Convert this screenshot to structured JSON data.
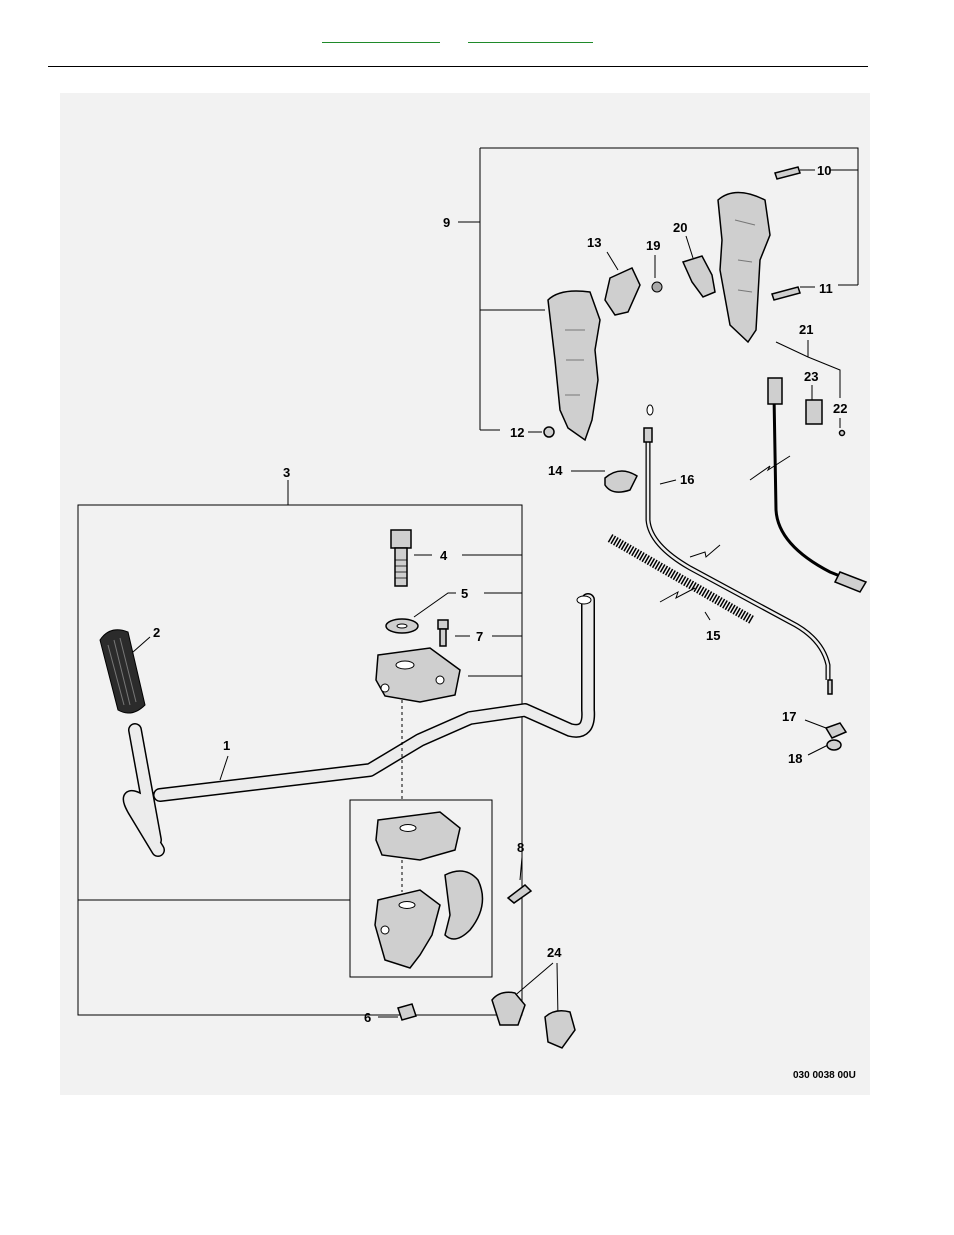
{
  "diagram": {
    "drawing_code": "030 0038 00U",
    "callouts": [
      "1",
      "2",
      "3",
      "4",
      "5",
      "6",
      "7",
      "8",
      "9",
      "10",
      "11",
      "12",
      "13",
      "14",
      "15",
      "16",
      "17",
      "18",
      "19",
      "20",
      "21",
      "22",
      "23",
      "24"
    ]
  },
  "colors": {
    "link": "#1f8a2a",
    "panel": "#f2f2f2"
  }
}
